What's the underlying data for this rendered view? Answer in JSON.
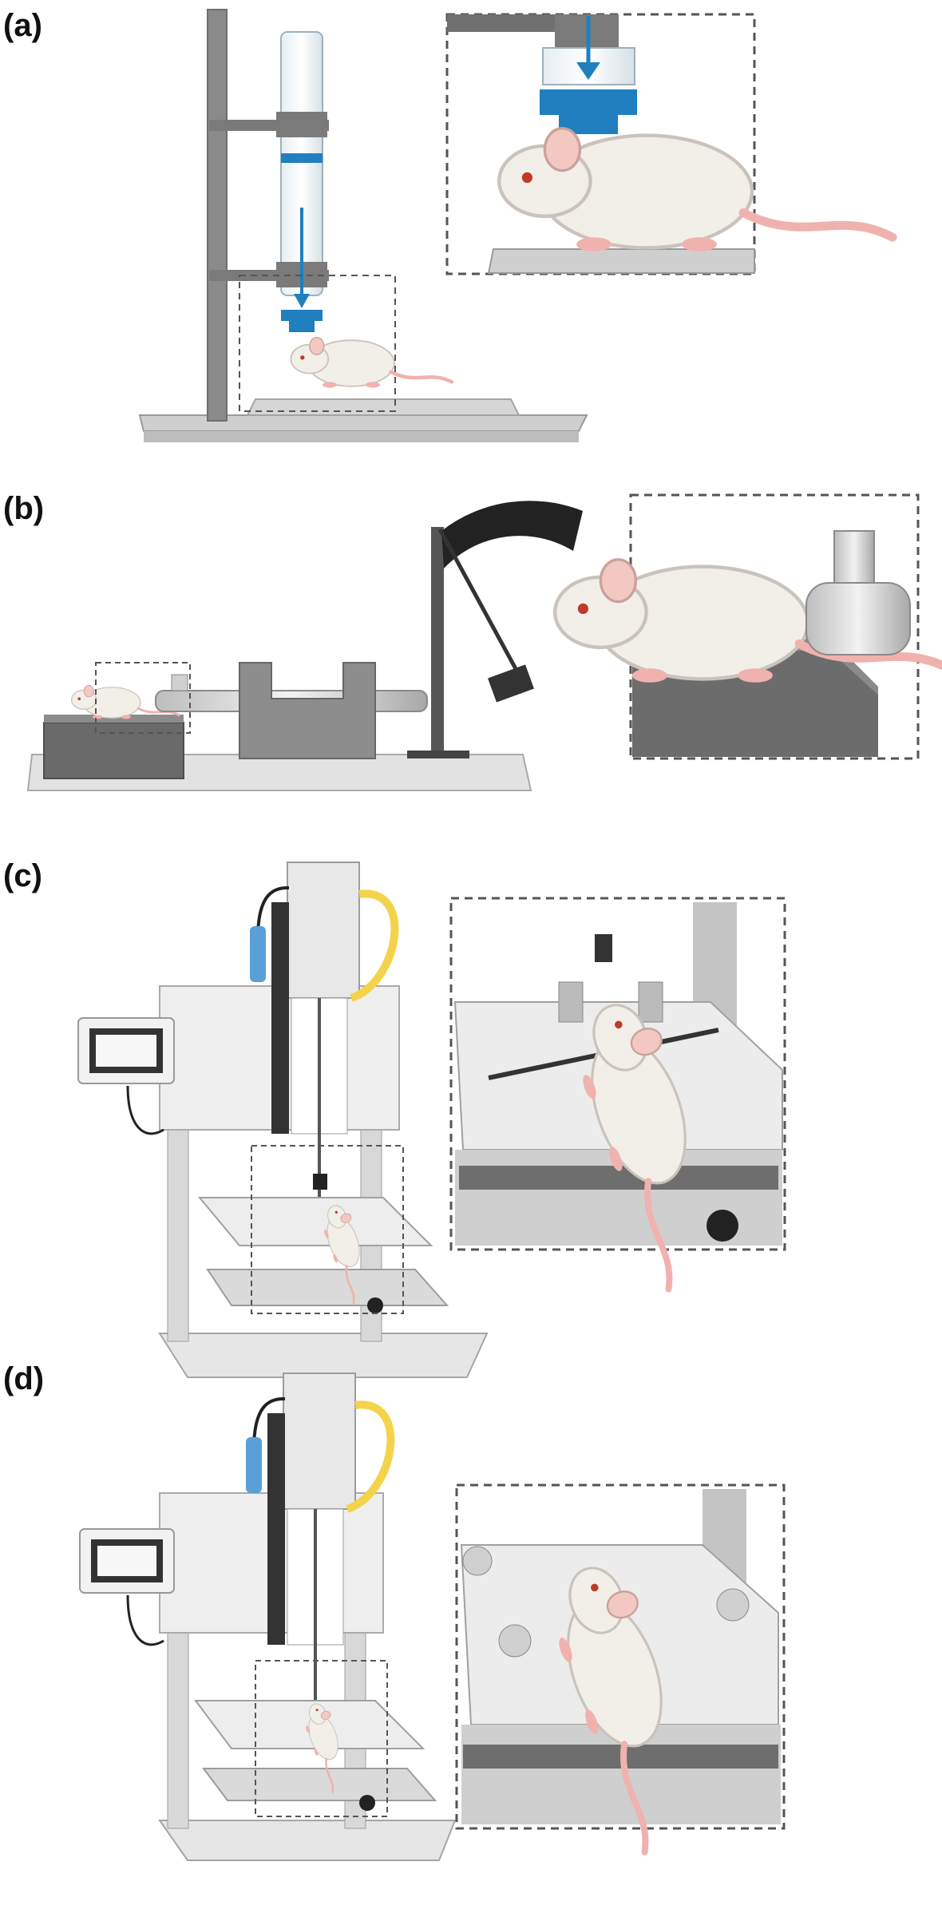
{
  "panels": {
    "a": {
      "label": "(a)"
    },
    "b": {
      "label": "(b)"
    },
    "c": {
      "label": "(c)"
    },
    "d": {
      "label": "(d)"
    }
  },
  "colors": {
    "frame": "#8a8a8a",
    "frame_dark": "#6e6e6e",
    "base": "#d9d9d9",
    "accent_blue": "#1f7fbf",
    "mouse_body": "#f2efe9",
    "mouse_tail": "#f0b2ae",
    "pendulum": "#222222",
    "cable_yellow": "#f3d34a",
    "cable_blue": "#5aa0d8",
    "dashed_box": "#555555"
  }
}
